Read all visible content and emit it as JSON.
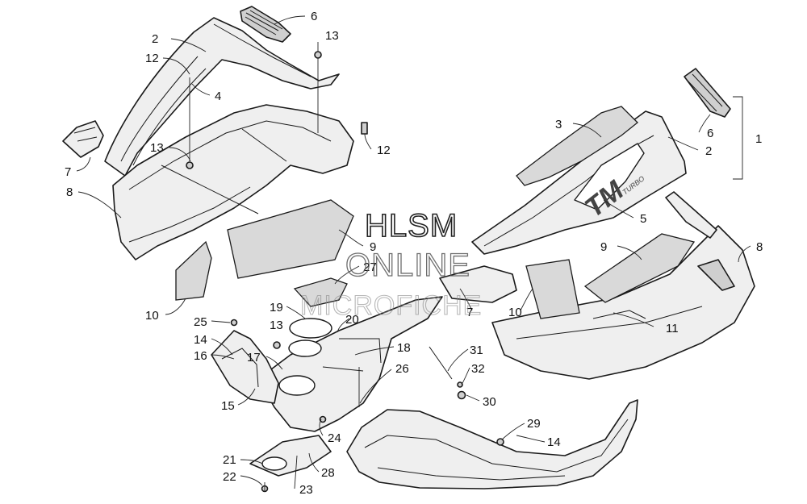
{
  "watermark": {
    "line1": "HLSM",
    "line2": "ONLINE",
    "line3": "MICROFICHE"
  },
  "decal_text": {
    "main": "TM",
    "sub": "TURBO"
  },
  "callouts": {
    "c1": "1",
    "c2a": "2",
    "c2b": "2",
    "c3": "3",
    "c4": "4",
    "c5": "5",
    "c6a": "6",
    "c6b": "6",
    "c7a": "7",
    "c7b": "7",
    "c8a": "8",
    "c8b": "8",
    "c9a": "9",
    "c9b": "9",
    "c10a": "10",
    "c10b": "10",
    "c11": "11",
    "c12a": "12",
    "c12b": "12",
    "c13a": "13",
    "c13b": "13",
    "c13c": "13",
    "c14a": "14",
    "c14b": "14",
    "c15": "15",
    "c16": "16",
    "c17": "17",
    "c18": "18",
    "c19": "19",
    "c20": "20",
    "c21": "21",
    "c22": "22",
    "c23": "23",
    "c24": "24",
    "c25": "25",
    "c26": "26",
    "c27": "27",
    "c28": "28",
    "c29": "29",
    "c30": "30",
    "c31": "31",
    "c32": "32"
  }
}
